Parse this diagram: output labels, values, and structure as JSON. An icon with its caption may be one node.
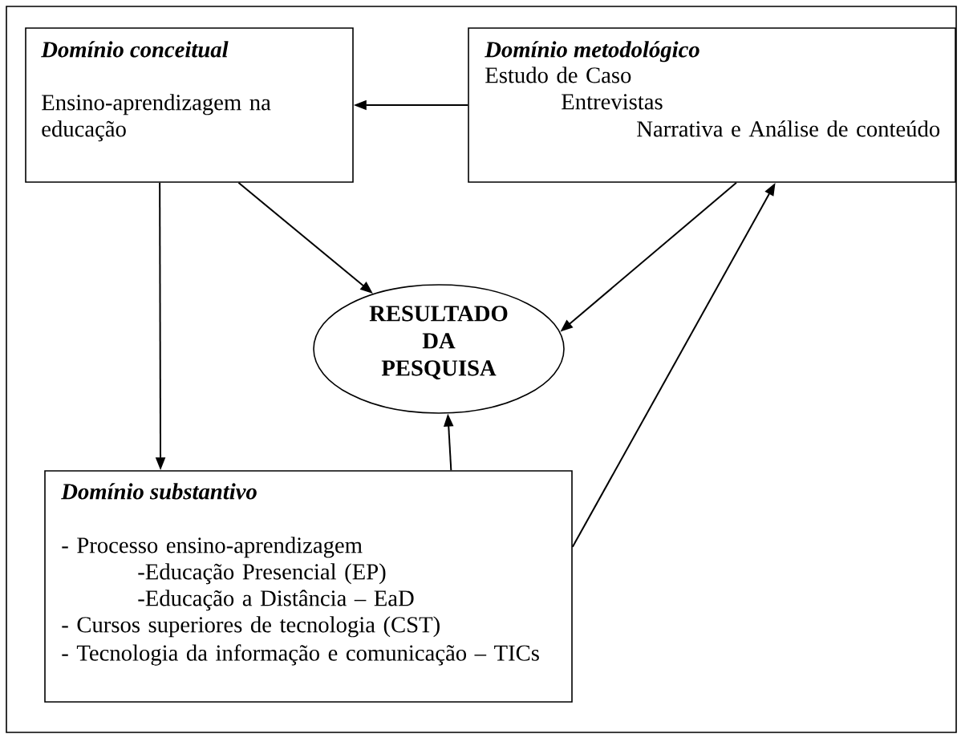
{
  "diagram": {
    "nodes": [
      {
        "text": [
          "Domínio conceitual",
          "Ensino-aprendizagem na educação"
        ]
      },
      {
        "text": [
          "Domínio metodológico",
          "Estudo de Caso",
          "Entrevistas",
          "Narrativa e Análise de conteúdo"
        ]
      },
      {
        "text": [
          "RESULTADO DA PESQUISA"
        ]
      },
      {
        "text": [
          "Domínio substantivo",
          "- Processo ensino-aprendizagem",
          "-Educação Presencial (EP)",
          "-Educação a Distância – EaD",
          "- Cursos superiores de tecnologia (CST)",
          "- Tecnologia da informação e comunicação – TICs"
        ]
      }
    ],
    "edges": [
      {
        "from": 1,
        "to": 0,
        "arrow": "to"
      },
      {
        "from": 0,
        "to": 2,
        "arrow": "to"
      },
      {
        "from": 1,
        "to": 2,
        "arrow": "to"
      },
      {
        "from": 0,
        "to": 3,
        "arrow": "to"
      },
      {
        "from": 3,
        "to": 2,
        "arrow": "to"
      },
      {
        "from": 3,
        "to": 1,
        "arrow": "to"
      }
    ]
  }
}
